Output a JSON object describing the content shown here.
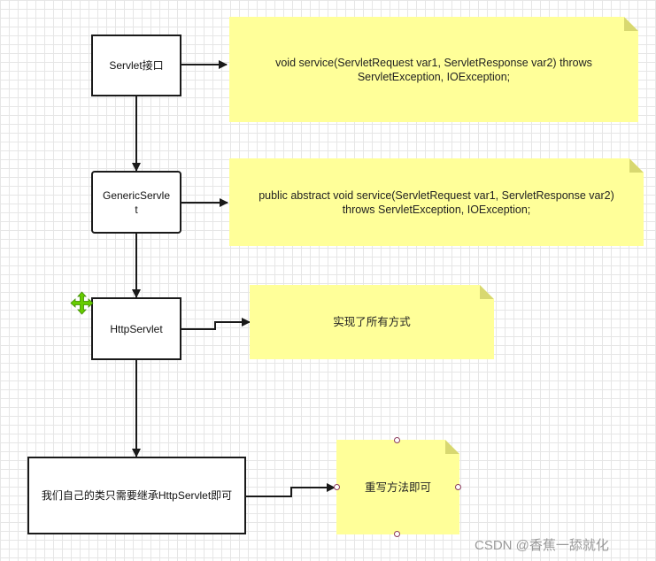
{
  "nodes": {
    "servlet": "Servlet接口",
    "generic": "GenericServlet",
    "http": "HttpServlet",
    "mine": "我们自己的类只需要继承HttpServlet即可"
  },
  "notes": {
    "servlet": "void service(ServletRequest var1, ServletResponse var2) throws ServletException, IOException;",
    "generic": "public abstract void service(ServletRequest var1, ServletResponse var2) throws ServletException, IOException;",
    "http": "实现了所有方式",
    "mine": "重写方法即可"
  },
  "watermark": "CSDN @香蕉一舔就化",
  "colors": {
    "note_fill": "#ffff99",
    "stroke": "#1a1a1a",
    "move_icon": "#66cc00"
  },
  "icons": {
    "move": "move-cross-arrows-icon"
  }
}
